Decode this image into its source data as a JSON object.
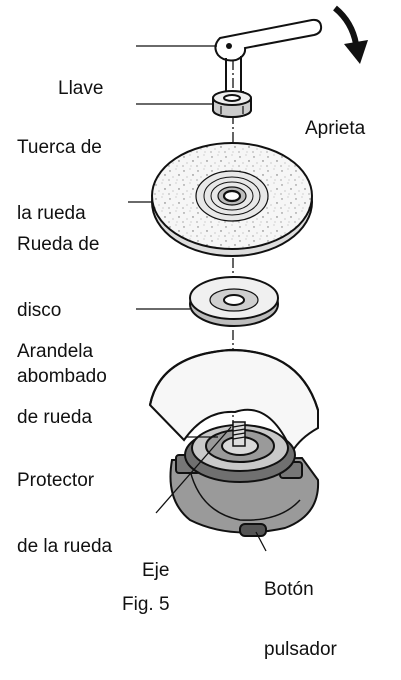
{
  "labels": {
    "wrench": "Llave",
    "tighten": "Aprieta",
    "nut_line1": "Tuerca de",
    "nut_line2": "la rueda",
    "disc_line1": "Rueda de",
    "disc_line2": "disco",
    "disc_line3": "abombado",
    "washer_line1": "Arandela",
    "washer_line2": "de rueda",
    "guard_line1": "Protector",
    "guard_line2": "de la rueda",
    "spindle": "Eje",
    "figure": "Fig. 5",
    "button_line1": "Botón",
    "button_line2": "pulsador"
  },
  "colors": {
    "line": "#111111",
    "disc_fill": "#f4f4f4",
    "metal_fill": "#e6e6e6",
    "dark_fill": "#555555"
  }
}
